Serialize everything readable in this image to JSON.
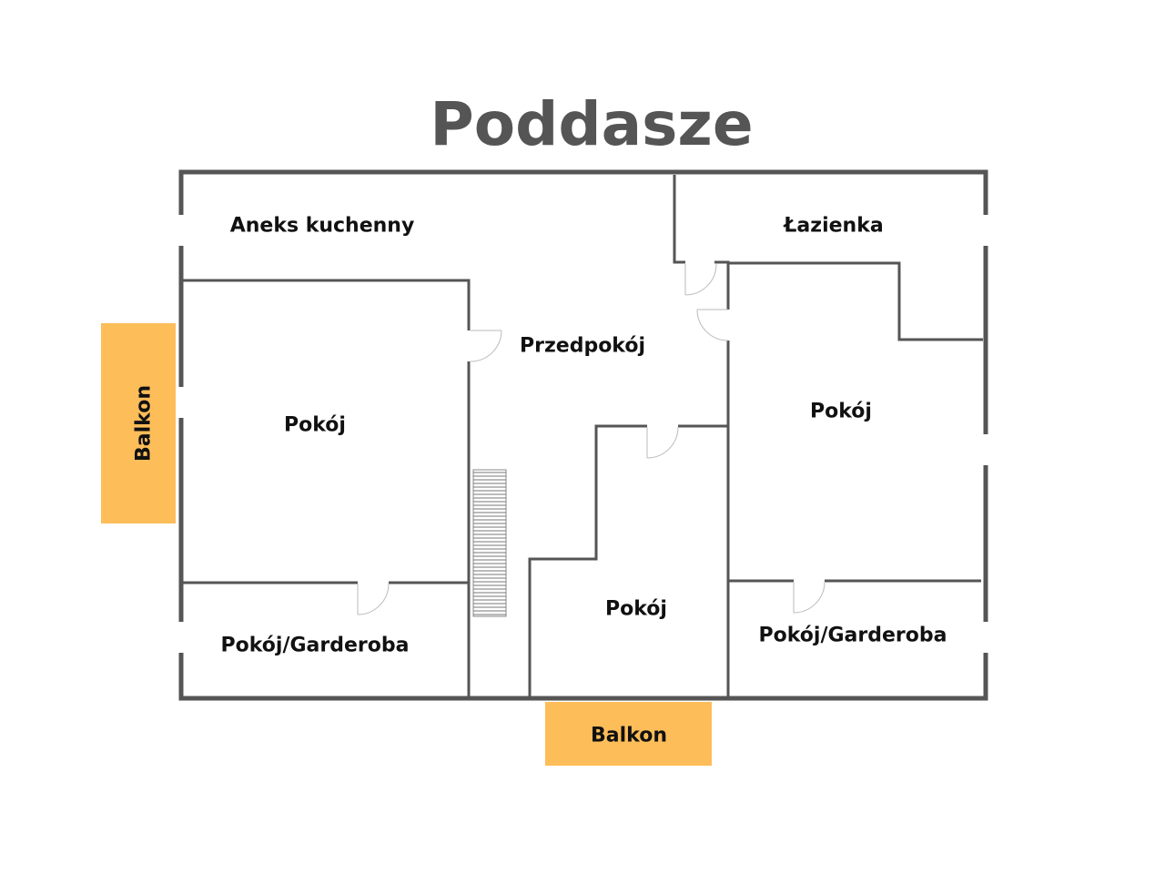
{
  "title": "Poddasze",
  "colors": {
    "wall": "#555555",
    "balcony": "#FDBD59"
  },
  "rooms": {
    "kitchen": "Aneks kuchenny",
    "bathroom": "Łazienka",
    "hall": "Przedpokój",
    "room_left": "Pokój",
    "room_right": "Pokój",
    "room_middle": "Pokój",
    "wardrobe_left": "Pokój/Garderoba",
    "wardrobe_right": "Pokój/Garderoba",
    "balcony_left": "Balkon",
    "balcony_bottom": "Balkon"
  }
}
